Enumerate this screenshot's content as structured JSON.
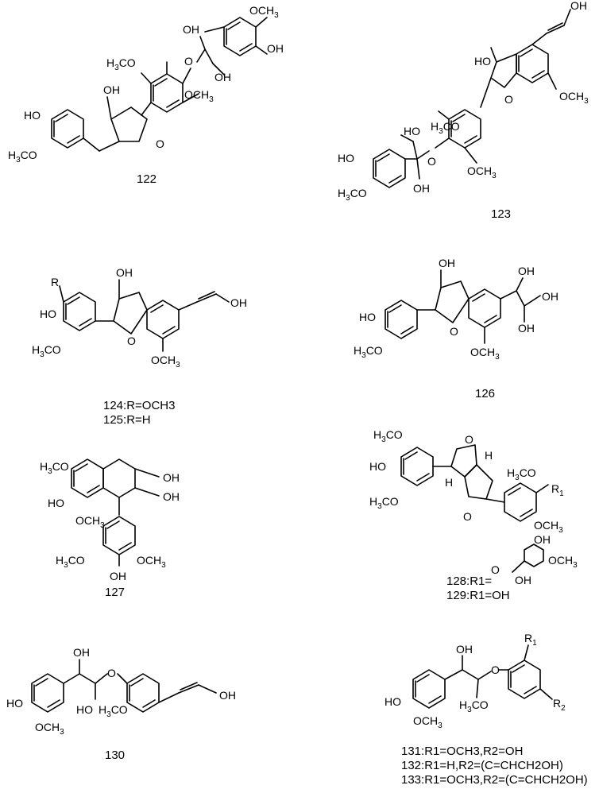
{
  "compounds": {
    "c122": {
      "number": "122"
    },
    "c123": {
      "number": "123"
    },
    "c124": {
      "number": "124:R=OCH3"
    },
    "c125": {
      "number": "125:R=H"
    },
    "c126": {
      "number": "126"
    },
    "c127": {
      "number": "127"
    },
    "c128": {
      "number": "128:R1="
    },
    "c129": {
      "number": "129:R1=OH"
    },
    "c130": {
      "number": "130"
    },
    "c131": {
      "number": "131:R1=OCH3,R2=OH"
    },
    "c132": {
      "number": "132:R1=H,R2=(C=CHCH2OH)"
    },
    "c133": {
      "number": "133:R1=OCH3,R2=(C=CHCH2OH)"
    }
  },
  "atom_labels": {
    "OH": "OH",
    "HO": "HO",
    "OCH3": "OCH3",
    "H3CO": "H3CO",
    "O": "O",
    "R": "R",
    "R1": "R1",
    "R2": "R2",
    "H": "H"
  }
}
